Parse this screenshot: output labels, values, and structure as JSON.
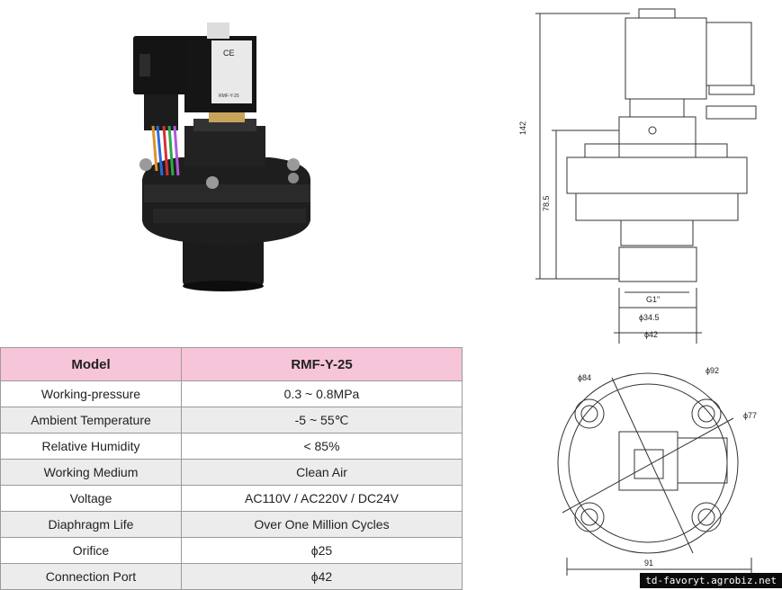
{
  "product_labels": {
    "ce_mark": "CE",
    "coil_model": "RMF-Y-25"
  },
  "drawing": {
    "height_total": "142",
    "height_body": "78.5",
    "thread": "G1\"",
    "dia_inner": "ϕ34.5",
    "dia_outer": "ϕ42",
    "dia_84": "ϕ84",
    "dia_92": "ϕ92",
    "dia_77": "ϕ77",
    "width_91": "91"
  },
  "table": {
    "header": {
      "label": "Model",
      "value": "RMF-Y-25"
    },
    "rows": [
      {
        "label": "Working-pressure",
        "value": "0.3 ~ 0.8MPa"
      },
      {
        "label": "Ambient Temperature",
        "value": "-5 ~ 55℃"
      },
      {
        "label": "Relative Humidity",
        "value": "< 85%"
      },
      {
        "label": "Working Medium",
        "value": "Clean Air"
      },
      {
        "label": "Voltage",
        "value": "AC110V / AC220V / DC24V"
      },
      {
        "label": "Diaphragm Life",
        "value": "Over One Million Cycles"
      },
      {
        "label": "Orifice",
        "value": "ϕ25"
      },
      {
        "label": "Connection Port",
        "value": "ϕ42"
      }
    ]
  },
  "watermark": "td-favoryt.agrobiz.net"
}
